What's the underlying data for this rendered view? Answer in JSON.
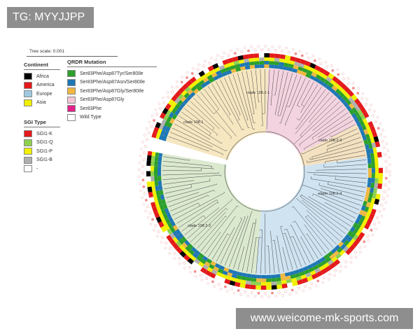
{
  "top_tag": "TG: MYYJJPP",
  "footer_text": "www.weicome-mk-sports.com",
  "tree_scale": "Tree scale: 0.001",
  "continent": {
    "title": "Continent",
    "items": [
      {
        "label": "Africa",
        "color": "#000000"
      },
      {
        "label": "America",
        "color": "#e41a1c"
      },
      {
        "label": "Europe",
        "color": "#9ecae1"
      },
      {
        "label": "Asia",
        "color": "#f0f000"
      }
    ]
  },
  "sgi": {
    "title": "SGI Type",
    "items": [
      {
        "label": "SGI1-K",
        "color": "#e41a1c"
      },
      {
        "label": "SGI1-Q",
        "color": "#8fd14f"
      },
      {
        "label": "SGI1-P",
        "color": "#f0f000"
      },
      {
        "label": "SGI1-B",
        "color": "#b0b0b0"
      },
      {
        "label": "-",
        "color": "#ffffff"
      }
    ]
  },
  "qrdr": {
    "title": "QRDR Mutation",
    "items": [
      {
        "label": "Ser83Phe/Asp87Tyr/Ser80Ile",
        "color": "#2ca02c"
      },
      {
        "label": "Ser83Phe/Asp87Asn/Ser80Ile",
        "color": "#1f77b4"
      },
      {
        "label": "Ser83Phe/Asp87Gly/Ser80Ile",
        "color": "#f0b840"
      },
      {
        "label": "Ser83Phe/Asp87Gly",
        "color": "#f4c6d6"
      },
      {
        "label": "Ser83Phe",
        "color": "#e0218a"
      },
      {
        "label": "Wild Type",
        "color": "#ffffff"
      }
    ]
  },
  "clades": [
    {
      "label": "clade 198.1",
      "color": "#f6e7c1"
    },
    {
      "label": "clade 198.2-1",
      "color": "#f3d3df"
    },
    {
      "label": "clade 198.2-3",
      "color": "#f3e1c0"
    },
    {
      "label": "clade 198.2-4",
      "color": "#cfe3f1"
    },
    {
      "label": "clade 198.2-2",
      "color": "#dbe9cf"
    }
  ]
}
